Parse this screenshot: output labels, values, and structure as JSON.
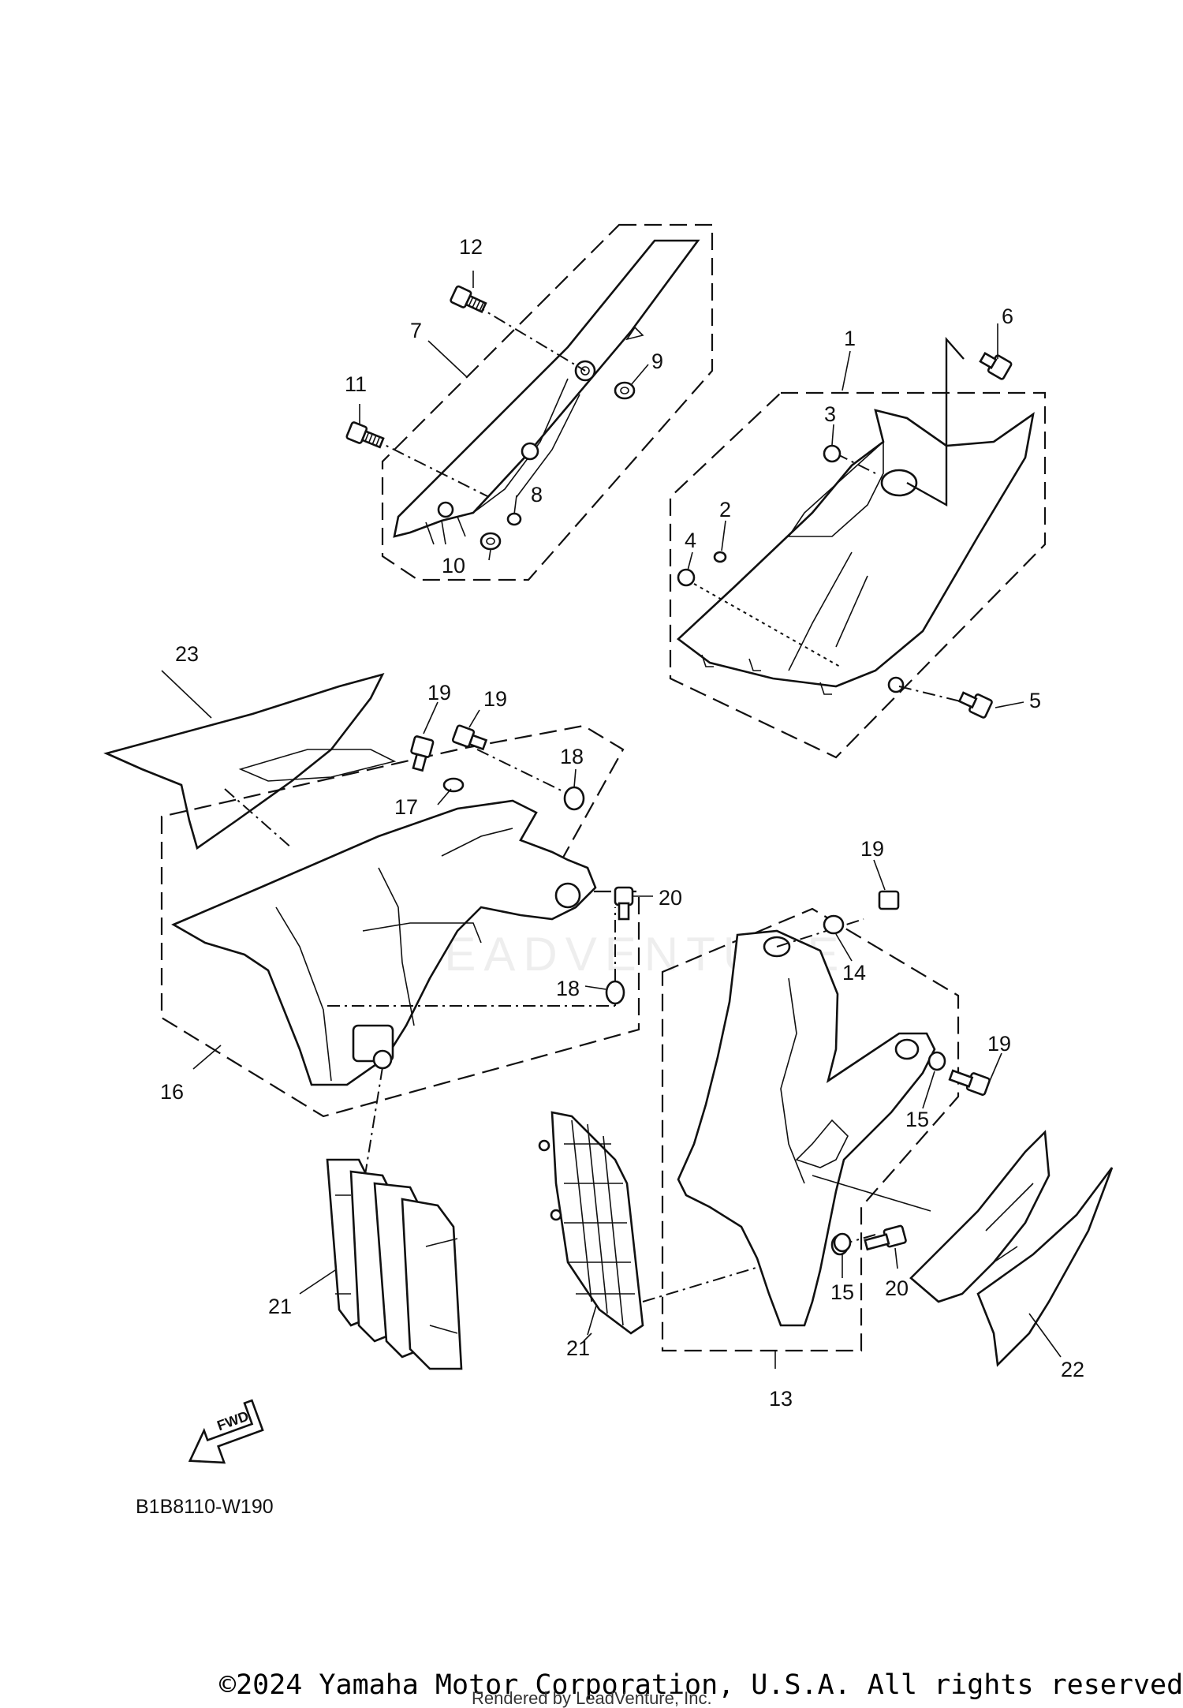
{
  "callouts": {
    "c1": "1",
    "c2": "2",
    "c3": "3",
    "c4": "4",
    "c5": "5",
    "c6": "6",
    "c7": "7",
    "c8": "8",
    "c9": "9",
    "c10": "10",
    "c11": "11",
    "c12": "12",
    "c13": "13",
    "c14": "14",
    "c15a": "15",
    "c15b": "15",
    "c16": "16",
    "c17": "17",
    "c18a": "18",
    "c18b": "18",
    "c19a": "19",
    "c19b": "19",
    "c19c": "19",
    "c19d": "19",
    "c20a": "20",
    "c20b": "20",
    "c21a": "21",
    "c21b": "21",
    "c22": "22",
    "c23": "23"
  },
  "fwd_label": "FWD",
  "diagram_code": "B1B8110-W190",
  "watermark": "LEADVENTURE",
  "copyright": "©2024 Yamaha Motor Corporation, U.S.A. All rights reserved.",
  "rendered_by": "Rendered by LeadVenture, Inc."
}
